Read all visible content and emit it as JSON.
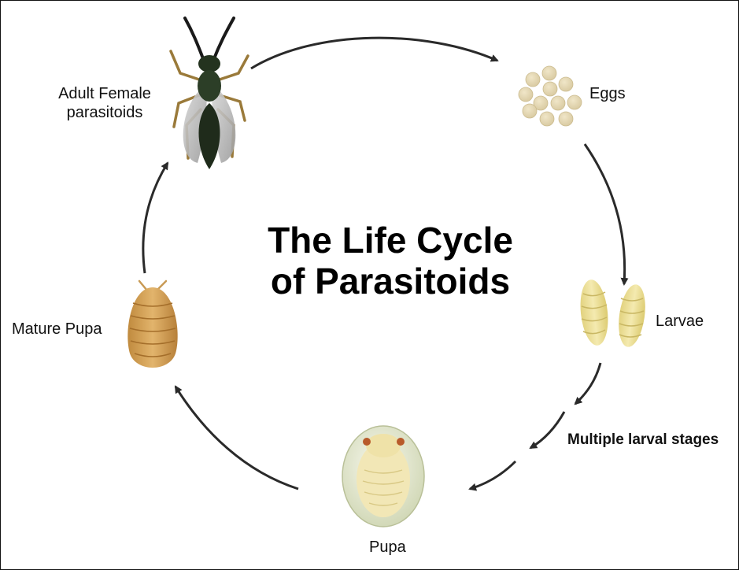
{
  "diagram": {
    "title_line1": "The Life Cycle",
    "title_line2": "of Parasitoids",
    "stages": {
      "adult": {
        "line1": "Adult Female",
        "line2": "parasitoids",
        "icon": "wasp-icon"
      },
      "eggs": {
        "label": "Eggs",
        "icon": "eggs-icon"
      },
      "larvae": {
        "label": "Larvae",
        "icon": "larvae-icon"
      },
      "larval_stages": {
        "label": "Multiple larval stages"
      },
      "pupa": {
        "label": "Pupa",
        "icon": "pupa-icon"
      },
      "mature_pupa": {
        "label": "Mature Pupa",
        "icon": "mature-pupa-icon"
      }
    },
    "colors": {
      "arrow": "#2a2a2a",
      "egg": "#e0d3ac",
      "larva": "#ecdf95",
      "pupa_shell": "#e6ebd2",
      "mature_pupa": "#d4a35a",
      "wasp_body": "#24331f"
    }
  }
}
